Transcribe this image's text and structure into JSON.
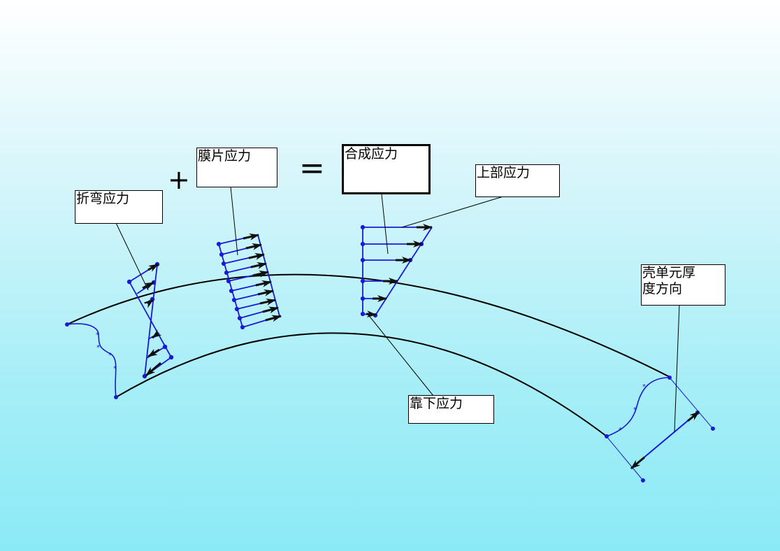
{
  "labels": {
    "bending": "折弯应力",
    "membrane": "膜片应力",
    "combined": "合成应力",
    "top": "上部应力",
    "bottom": "靠下应力",
    "thickness": "壳单元厚\n度方向"
  },
  "operators": {
    "plus": "+",
    "equals": "="
  },
  "colors": {
    "structure": "#000000",
    "stress": "#1a1ad6",
    "arrow": "#101010"
  }
}
